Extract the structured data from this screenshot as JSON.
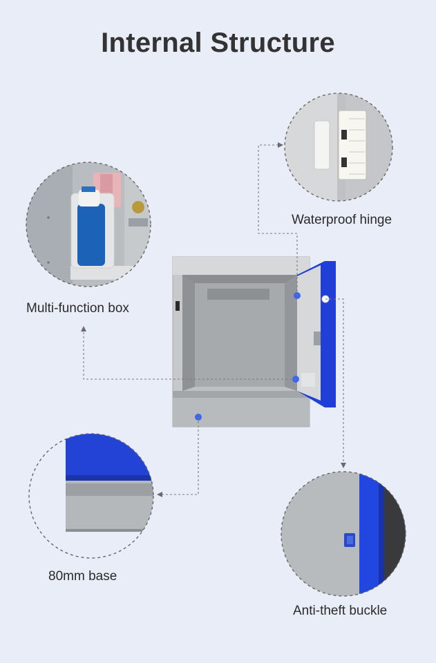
{
  "title": "Internal Structure",
  "labels": {
    "hinge": "Waterproof hinge",
    "box": "Multi-function box",
    "base": "80mm base",
    "buckle": "Anti-theft buckle"
  },
  "colors": {
    "background": "#e8edf8",
    "locker_body": "#c9cbcd",
    "locker_door": "#1f3fd6",
    "marker": "#3b66f0"
  }
}
